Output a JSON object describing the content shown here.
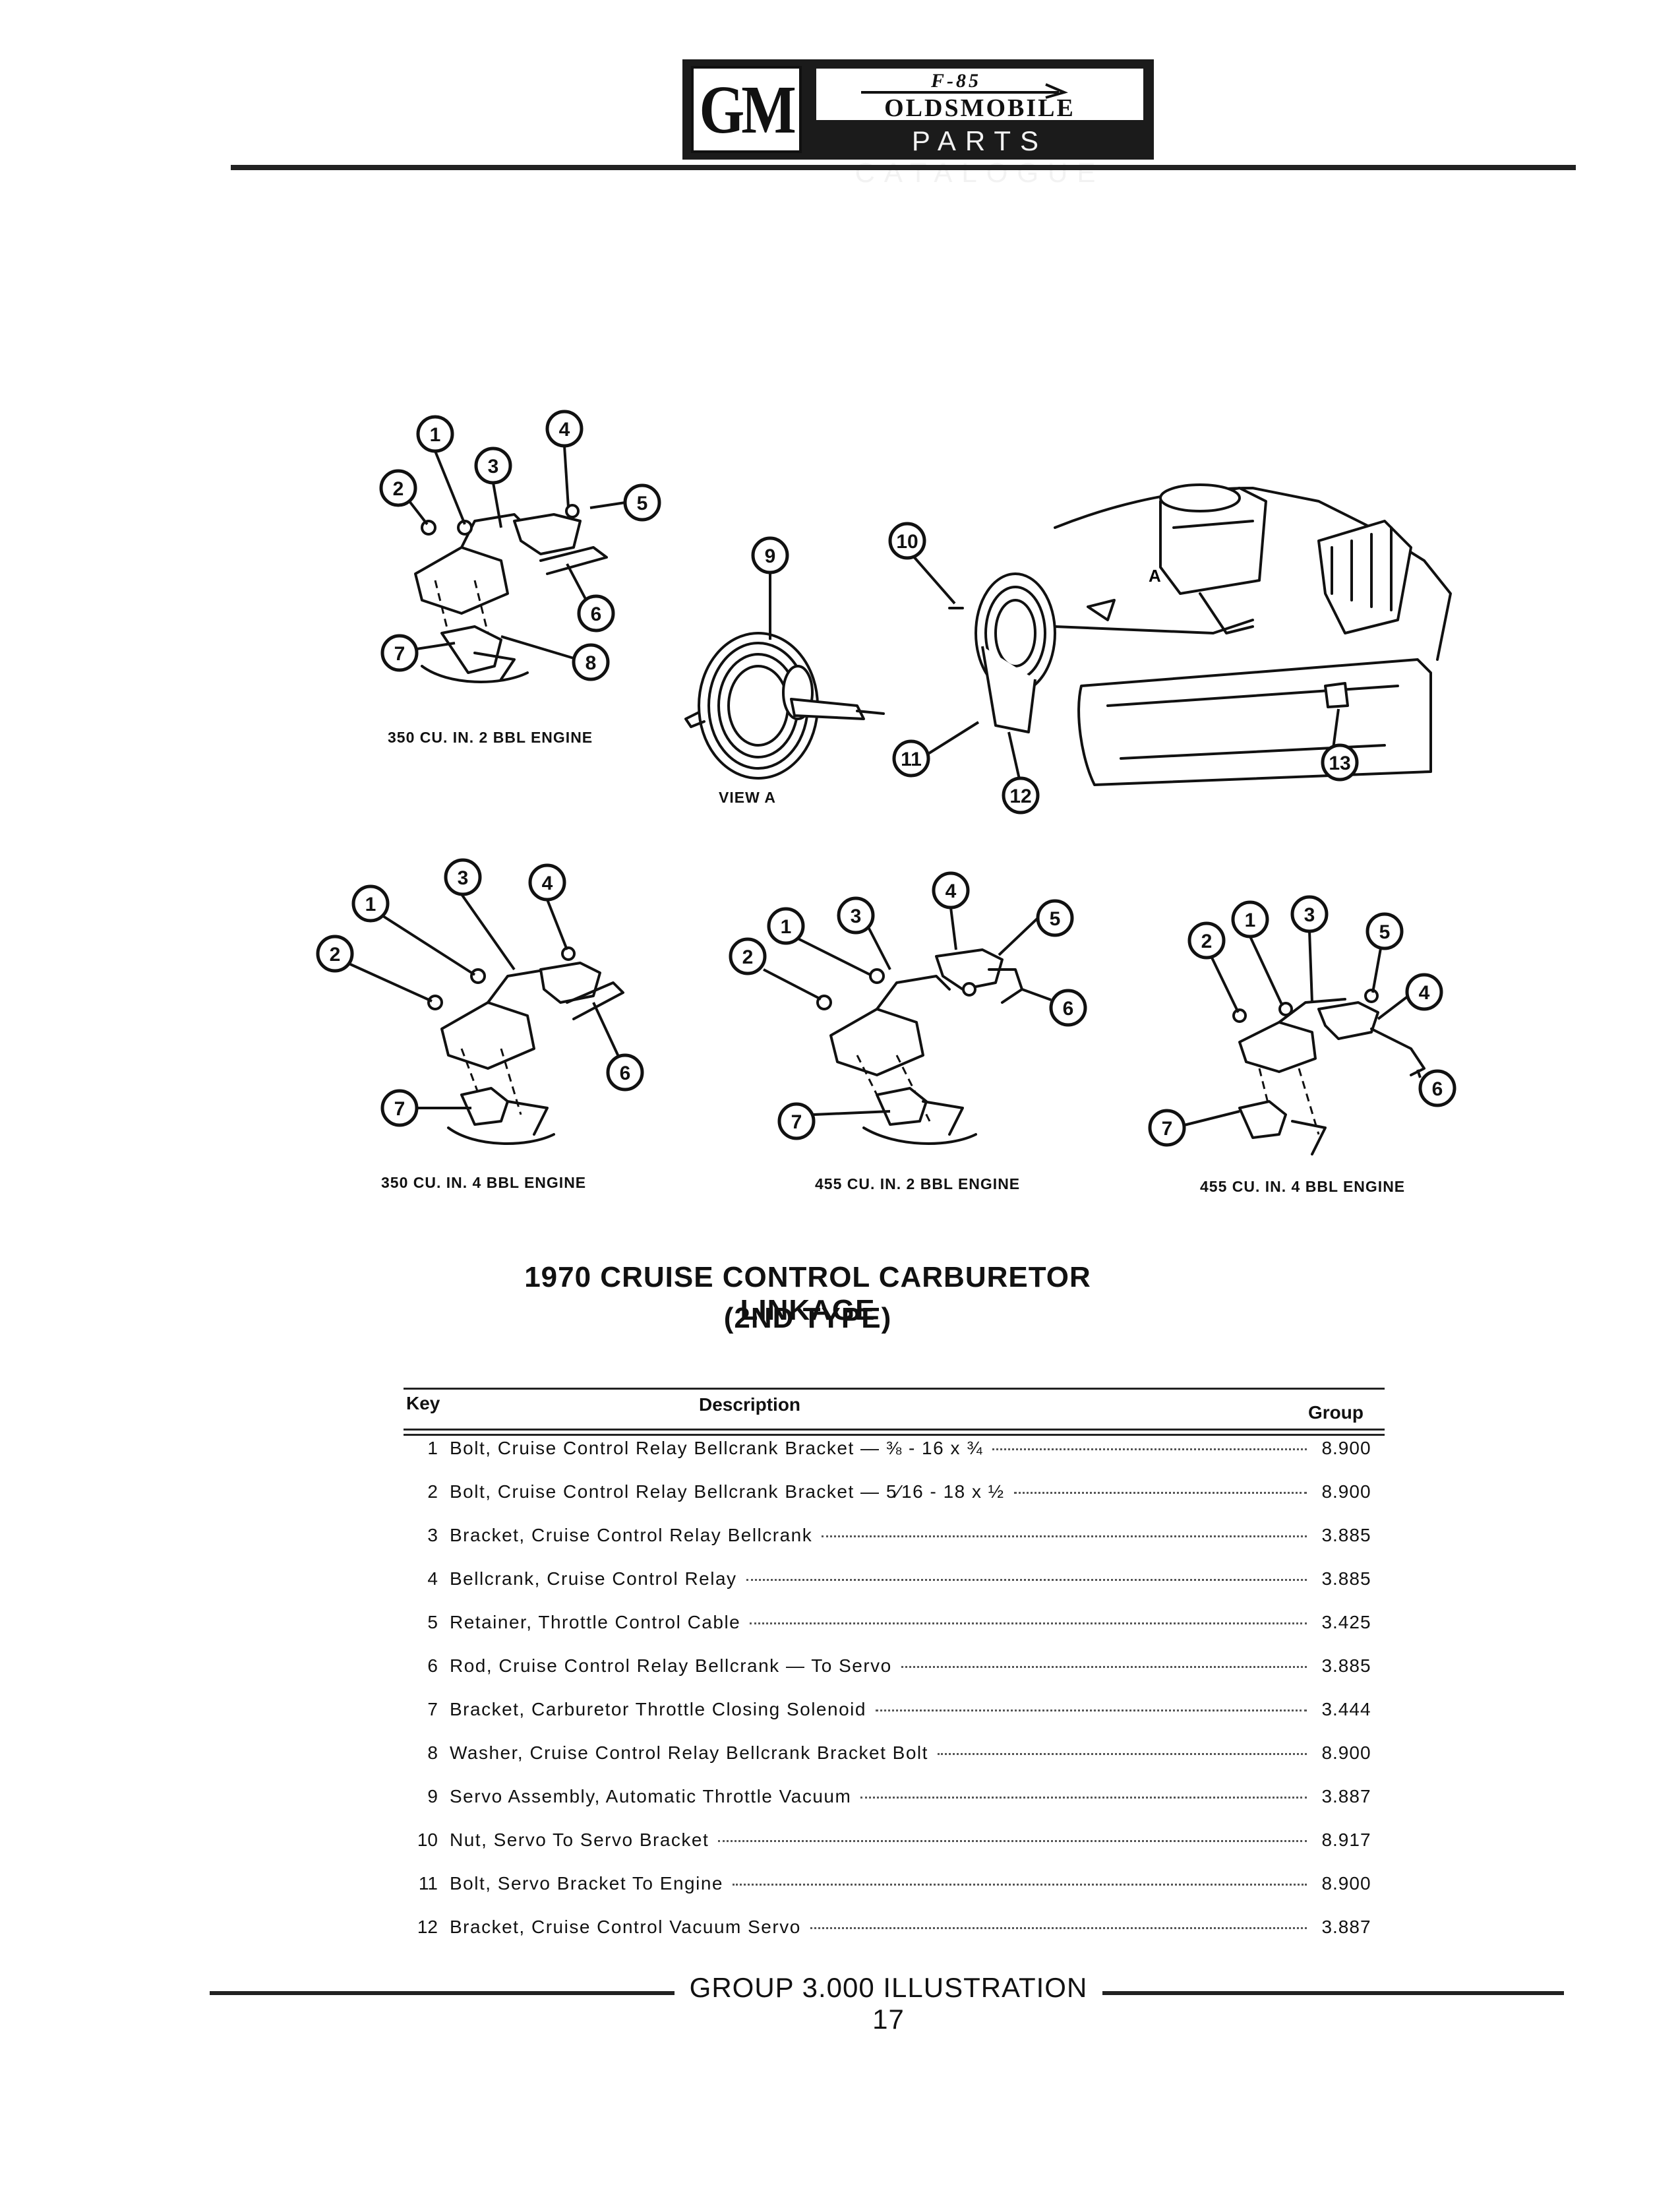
{
  "header": {
    "logo": "GM",
    "model": "F-85",
    "make": "OLDSMOBILE",
    "catalogue": "PARTS CATALOGUE"
  },
  "figures": {
    "fig_350_2bbl": {
      "caption": "350 CU. IN. 2 BBL ENGINE",
      "callouts": [
        "1",
        "2",
        "3",
        "4",
        "5",
        "6",
        "7",
        "8"
      ]
    },
    "fig_view_a": {
      "caption": "VIEW A",
      "callouts": [
        "9"
      ]
    },
    "fig_engine": {
      "callouts": [
        "10",
        "11",
        "12",
        "13"
      ],
      "view_label": "A"
    },
    "fig_350_4bbl": {
      "caption": "350 CU. IN. 4 BBL ENGINE",
      "callouts": [
        "1",
        "2",
        "3",
        "4",
        "6",
        "7"
      ]
    },
    "fig_455_2bbl": {
      "caption": "455 CU. IN. 2 BBL ENGINE",
      "callouts": [
        "1",
        "2",
        "3",
        "4",
        "5",
        "6",
        "7"
      ]
    },
    "fig_455_4bbl": {
      "caption": "455 CU. IN. 4 BBL ENGINE",
      "callouts": [
        "1",
        "2",
        "3",
        "4",
        "5",
        "6",
        "7"
      ]
    }
  },
  "title": {
    "line1": "1970 CRUISE CONTROL CARBURETOR LINKAGE",
    "line2": "(2ND TYPE)"
  },
  "parts_table": {
    "headers": {
      "key": "Key",
      "description": "Description",
      "group": "Group"
    },
    "rows": [
      {
        "key": "1",
        "description": "Bolt, Cruise Control Relay Bellcrank Bracket — ⅜ - 16 x ¾",
        "group": "8.900"
      },
      {
        "key": "2",
        "description": "Bolt, Cruise Control Relay Bellcrank Bracket — 5⁄16 - 18 x ½",
        "group": "8.900"
      },
      {
        "key": "3",
        "description": "Bracket, Cruise Control Relay Bellcrank",
        "group": "3.885"
      },
      {
        "key": "4",
        "description": "Bellcrank, Cruise Control Relay",
        "group": "3.885"
      },
      {
        "key": "5",
        "description": "Retainer, Throttle Control Cable",
        "group": "3.425"
      },
      {
        "key": "6",
        "description": "Rod, Cruise Control Relay Bellcrank — To Servo",
        "group": "3.885"
      },
      {
        "key": "7",
        "description": "Bracket, Carburetor Throttle Closing Solenoid",
        "group": "3.444"
      },
      {
        "key": "8",
        "description": "Washer, Cruise Control Relay Bellcrank Bracket Bolt",
        "group": "8.900"
      },
      {
        "key": "9",
        "description": "Servo Assembly, Automatic Throttle Vacuum",
        "group": "3.887"
      },
      {
        "key": "10",
        "description": "Nut, Servo To Servo Bracket",
        "group": "8.917"
      },
      {
        "key": "11",
        "description": "Bolt, Servo Bracket To Engine",
        "group": "8.900"
      },
      {
        "key": "12",
        "description": "Bracket, Cruise Control Vacuum Servo",
        "group": "3.887"
      }
    ]
  },
  "footer": {
    "text": "GROUP 3.000 ILLUSTRATION 17"
  }
}
